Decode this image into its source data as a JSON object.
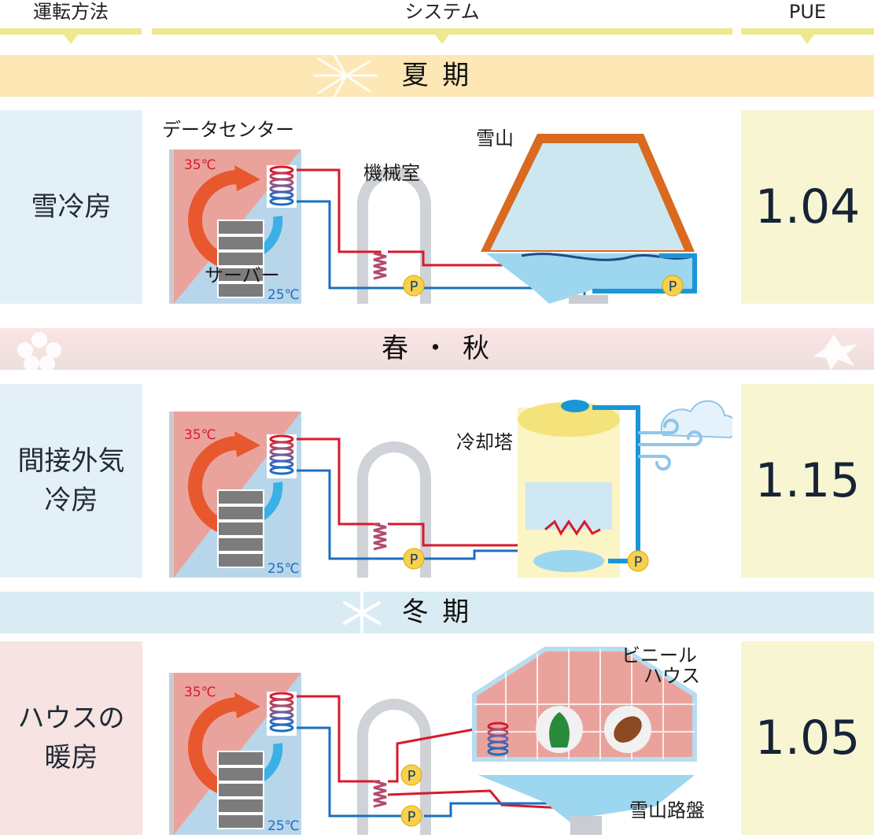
{
  "header": {
    "method": "運転方法",
    "system": "システム",
    "pue": "PUE"
  },
  "seasons": [
    {
      "title": "夏 期",
      "method": "雪冷房",
      "pue": "1.04"
    },
    {
      "title": "春 ・ 秋",
      "method": "間接外気\n冷房",
      "pue": "1.15"
    },
    {
      "title": "冬 期",
      "method": "ハウスの\n暖房",
      "pue": "1.05"
    }
  ],
  "labels": {
    "datacenter": "データセンター",
    "server": "サーバー",
    "machine_room": "機械室",
    "snow_mountain": "雪山",
    "cooling_tower": "冷却塔",
    "vinyl_house_1": "ビニール",
    "vinyl_house_2": "ハウス",
    "snow_bed": "雪山路盤",
    "temp_hot": "35℃",
    "temp_cold": "25℃",
    "pump": "P"
  },
  "colors": {
    "hot": "#d9192a",
    "cold": "#1a6fc2",
    "snow_mountain_edge": "#d96a1f",
    "pue_bg": "#f8f6d2"
  }
}
